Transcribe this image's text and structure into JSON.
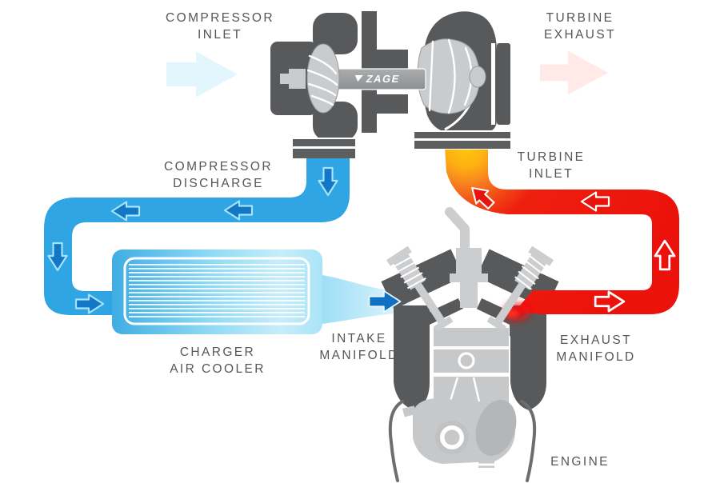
{
  "page": {
    "title": "Turbocharger system airflow diagram",
    "background": "#ffffff"
  },
  "labels": {
    "compressor_inlet": "COMPRESSOR\nINLET",
    "turbine_exhaust": "TURBINE\nEXHAUST",
    "compressor_discharge": "COMPRESSOR\nDISCHARGE",
    "turbine_inlet": "TURBINE\nINLET",
    "charger_air_cooler": "CHARGER\nAIR COOLER",
    "intake_manifold": "INTAKE\nMANIFOLD",
    "exhaust_manifold": "EXHAUST\nMANIFOLD",
    "engine": "ENGINE"
  },
  "branding": {
    "shaft_logo": "ZAGE"
  },
  "colors": {
    "label_text": "#55565a",
    "pipe_blue": "#2fa5e3",
    "pipe_red": "#ec120c",
    "pipe_orange": "#f68020",
    "pipe_yellow": "#ffc60a",
    "housing_dark": "#58595b",
    "metal_light": "#c9cbcd",
    "arrow_blue_dark": "#1377c5",
    "arrow_red": "#e8130c",
    "cooler_light": "#c7edfa"
  },
  "flow_arrows": [
    {
      "name": "compressor-inlet-arrow",
      "direction": "right",
      "style": "gradient-blue"
    },
    {
      "name": "turbine-exhaust-arrow",
      "direction": "right",
      "style": "gradient-red"
    },
    {
      "name": "discharge-down-arrow",
      "direction": "down",
      "style": "solid-blue"
    },
    {
      "name": "discharge-left-arrow-1",
      "direction": "left",
      "style": "solid-blue"
    },
    {
      "name": "discharge-left-arrow-2",
      "direction": "left",
      "style": "solid-blue"
    },
    {
      "name": "cooler-inlet-down-arrow",
      "direction": "down",
      "style": "solid-blue"
    },
    {
      "name": "cooler-inlet-right-arrow",
      "direction": "right",
      "style": "solid-blue"
    },
    {
      "name": "intake-right-arrow",
      "direction": "right",
      "style": "solid-blue"
    },
    {
      "name": "exhaust-right-arrow",
      "direction": "right",
      "style": "outline-white"
    },
    {
      "name": "exhaust-up-arrow",
      "direction": "up",
      "style": "outline-white"
    },
    {
      "name": "turbine-feed-left-arrow",
      "direction": "left",
      "style": "solid-red"
    },
    {
      "name": "turbine-entry-arrow",
      "direction": "up-left",
      "style": "solid-red"
    }
  ]
}
